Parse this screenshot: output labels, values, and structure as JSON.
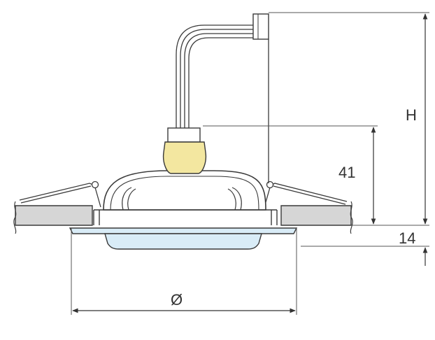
{
  "dimensions": {
    "height_label": "H",
    "depth_label": "41",
    "trim_label": "14",
    "diameter_label": "Ø"
  },
  "colors": {
    "line": "#3a3a3a",
    "lamp_socket": "#f3e7a0",
    "lens": "#d9ecf7",
    "ceiling": "#d6d6d6",
    "dimension_line": "#555555"
  }
}
